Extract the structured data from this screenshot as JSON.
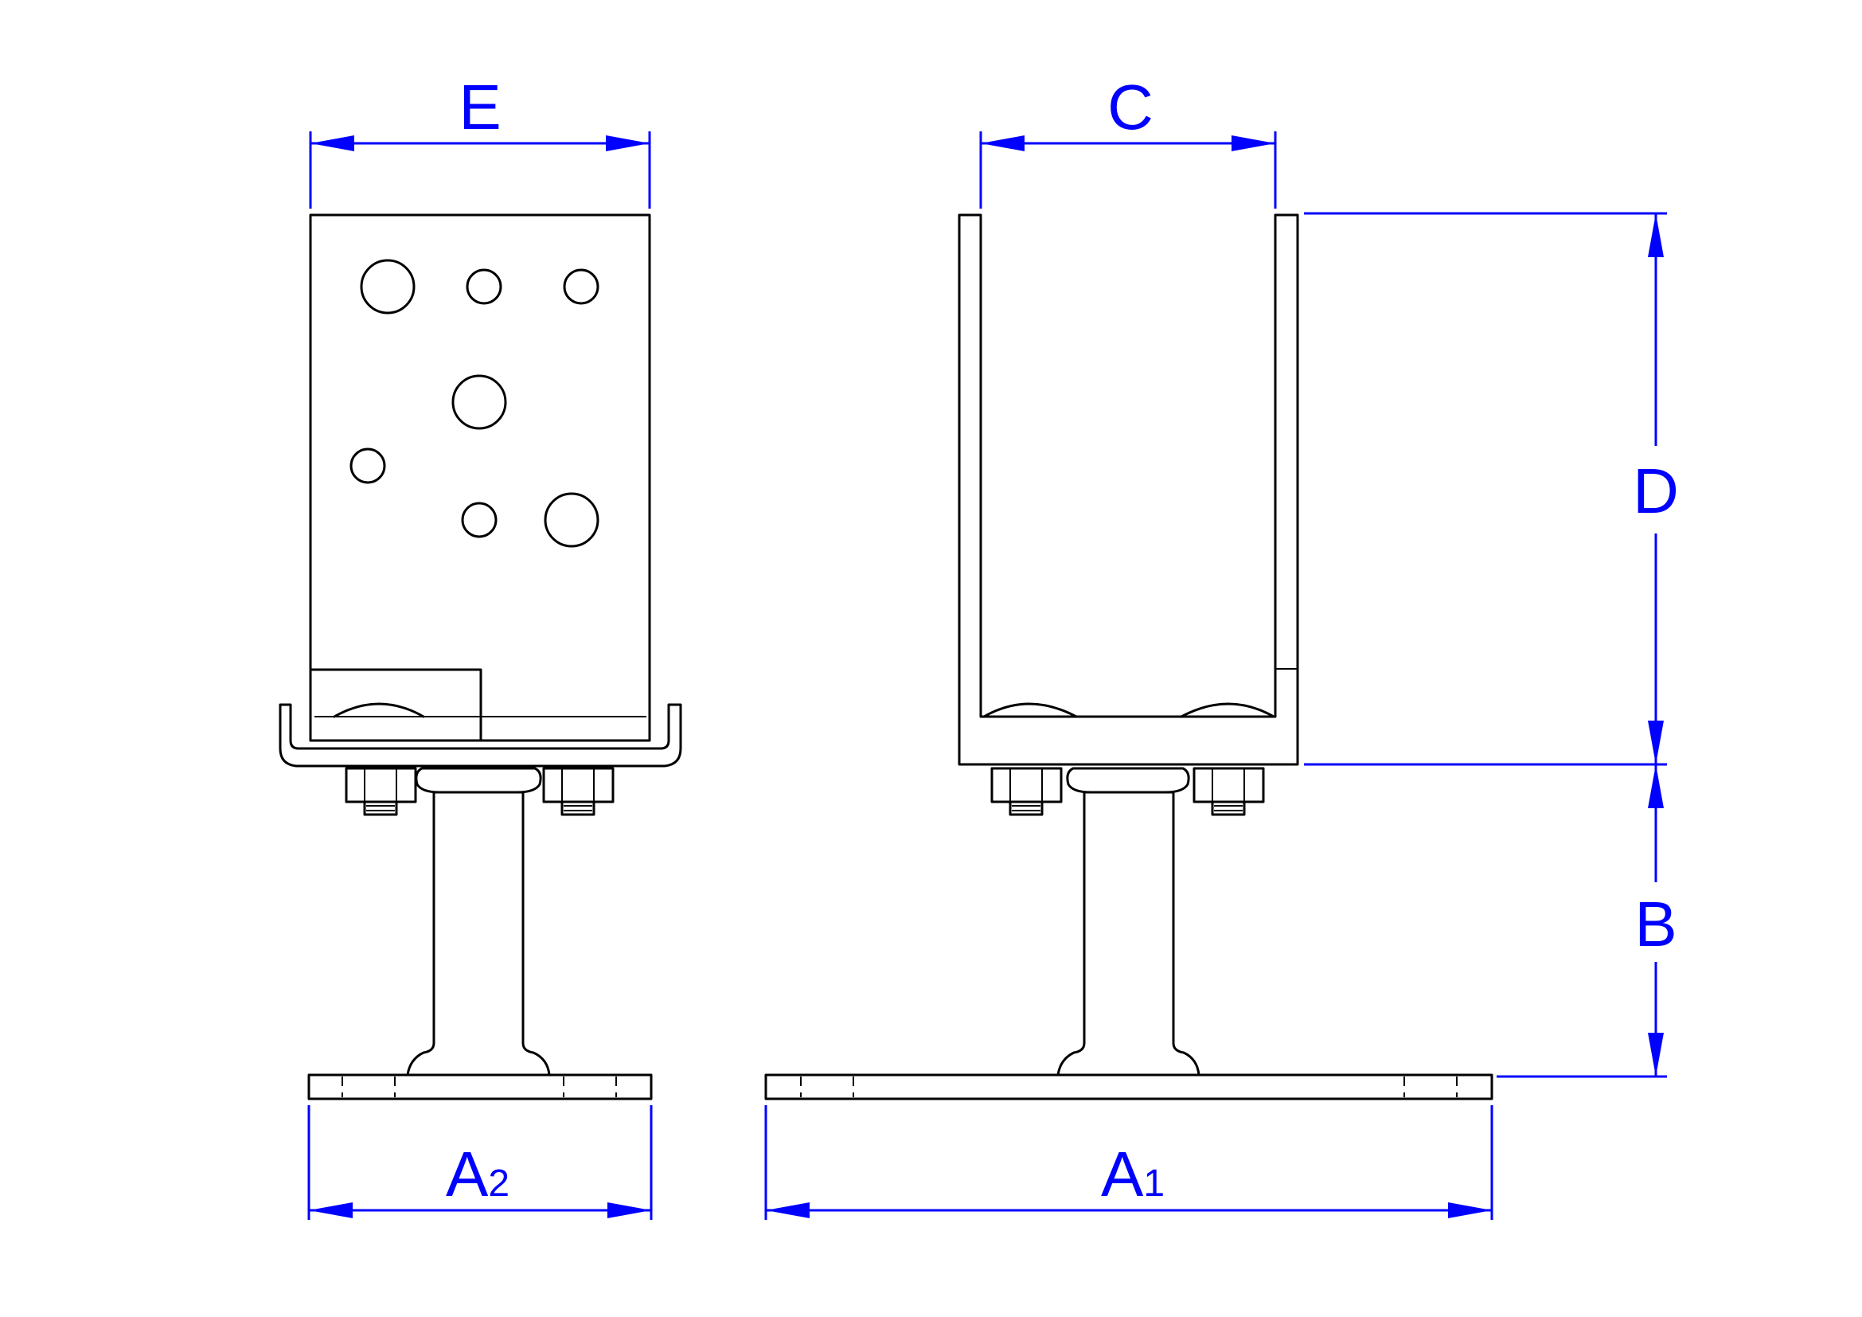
{
  "colors": {
    "dimension": "#0000ff",
    "outline": "#000000",
    "background": "#ffffff"
  },
  "labels": {
    "E": "E",
    "C": "C",
    "D": "D",
    "B": "B",
    "A2": {
      "main": "A",
      "sub": "2"
    },
    "A1": {
      "main": "A",
      "sub": "1"
    }
  }
}
